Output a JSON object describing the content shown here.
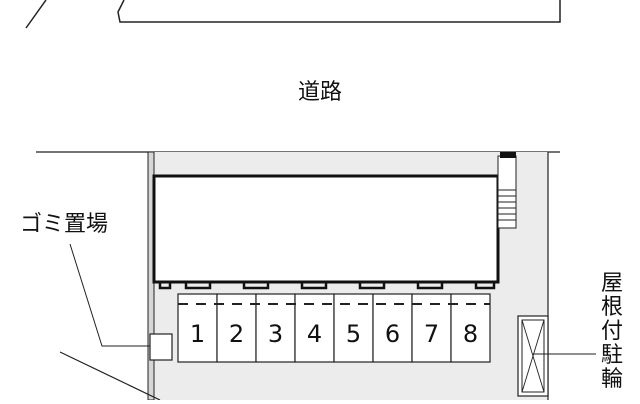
{
  "labels": {
    "road": "道路",
    "trash": "ゴミ置場",
    "bike_parking": [
      "屋",
      "根",
      "付",
      "駐",
      "輪"
    ]
  },
  "parking_spaces": [
    "1",
    "2",
    "3",
    "4",
    "5",
    "6",
    "7",
    "8"
  ],
  "colors": {
    "line": "#222222",
    "paved": "#ececec",
    "background": "#ffffff"
  }
}
